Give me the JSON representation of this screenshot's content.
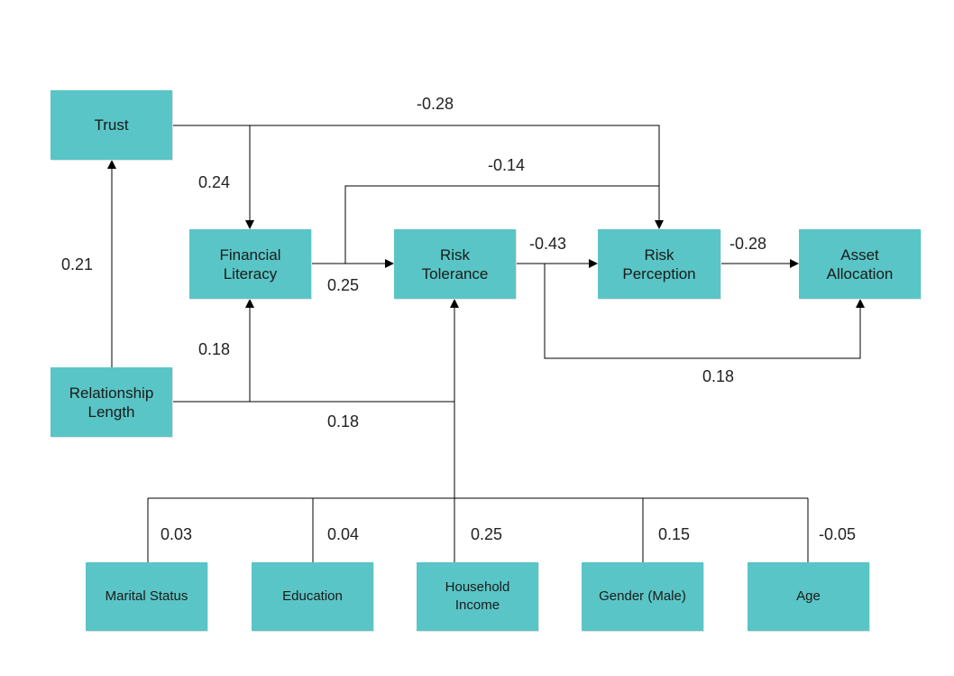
{
  "colors": {
    "node_fill": "#5ac5c6",
    "line": "#000000"
  },
  "nodes": {
    "trust": "Trust",
    "financial_literacy": "Financial\nLiteracy",
    "risk_tolerance": "Risk\nTolerance",
    "risk_perception": "Risk\nPerception",
    "asset_allocation": "Asset\nAllocation",
    "relationship_length": "Relationship\nLength",
    "marital_status": "Marital Status",
    "education": "Education",
    "household_income": "Household\nIncome",
    "gender": "Gender (Male)",
    "age": "Age"
  },
  "coefficients": {
    "trust_to_perception": "-0.28",
    "literacy_to_perception": "-0.14",
    "trust_to_literacy": "0.24",
    "length_to_trust": "0.21",
    "literacy_to_tolerance": "0.25",
    "tolerance_to_perception": "-0.43",
    "perception_to_allocation": "-0.28",
    "tolerance_to_allocation": "0.18",
    "length_to_literacy": "0.18",
    "length_to_tolerance": "0.18",
    "marital_status": "0.03",
    "education": "0.04",
    "household_income": "0.25",
    "gender": "0.15",
    "age": "-0.05"
  }
}
